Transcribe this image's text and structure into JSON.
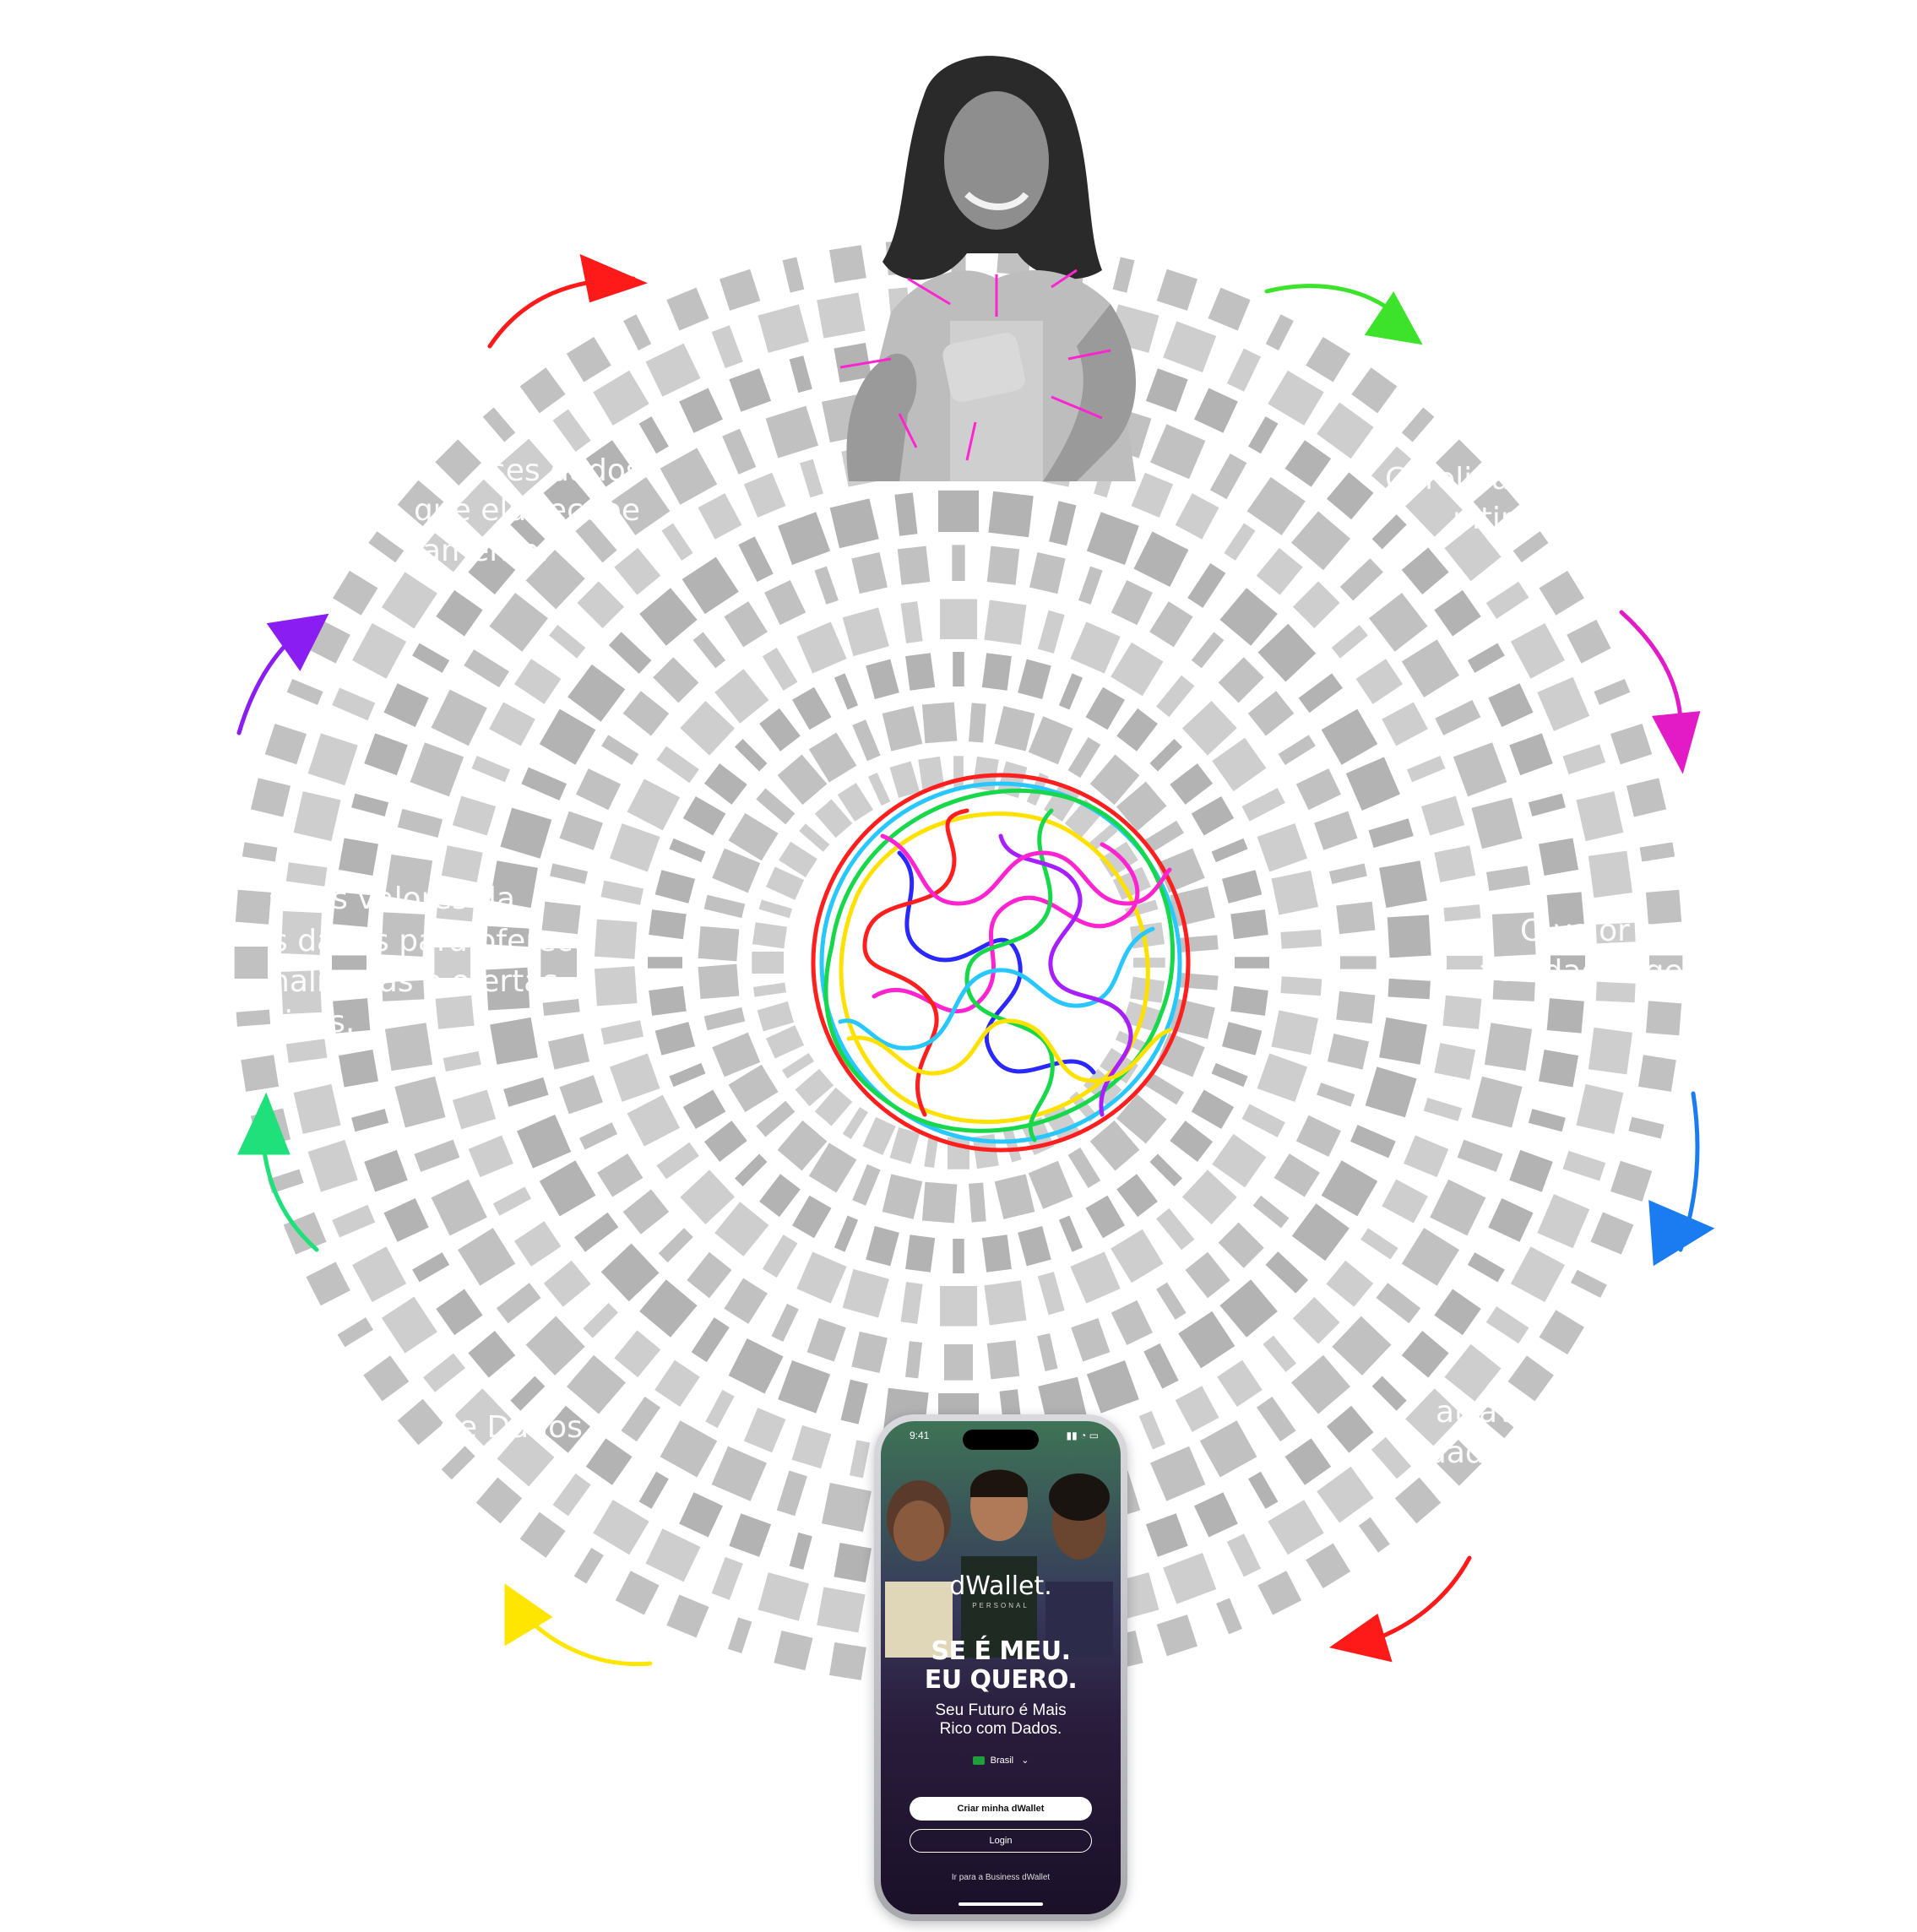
{
  "colors": {
    "tile": "#a6a6a6",
    "arrow_red": "#ff1a1a",
    "arrow_green": "#3ce32a",
    "arrow_magenta": "#e21bc6",
    "arrow_blue": "#1a7cf0",
    "arrow_yellow": "#ffe600",
    "arrow_mint": "#1fe07a",
    "arrow_purple": "#8a1df2",
    "phone_bg": "#2a1d3d"
  },
  "hidden_texts": [
    "ses dados",
    "que ela recebe",
    "amente.",
    "Carolina se p",
    "nitir com o",
    "s dos valores da",
    "s dados para oferece",
    "nalizadas e ofertas",
    "sivas.",
    "O valor que",
    "atividades geram d",
    "de Dados",
    "através da",
    "dados",
    "ontad"
  ],
  "icons": [
    "woman-photo",
    "scribble-ball-icon",
    "circular-arrow-icon"
  ],
  "phone": {
    "time": "9:41",
    "brand": "dWallet.",
    "brand_sub": "PERSONAL",
    "headline_1": "SE É MEU.",
    "headline_2": "EU QUERO.",
    "sub_1": "Seu Futuro é Mais",
    "sub_2": "Rico com Dados.",
    "country": "Brasil",
    "primary_button": "Criar minha dWallet",
    "login_button": "Login",
    "bottom_link": "Ir para a Business dWallet"
  }
}
